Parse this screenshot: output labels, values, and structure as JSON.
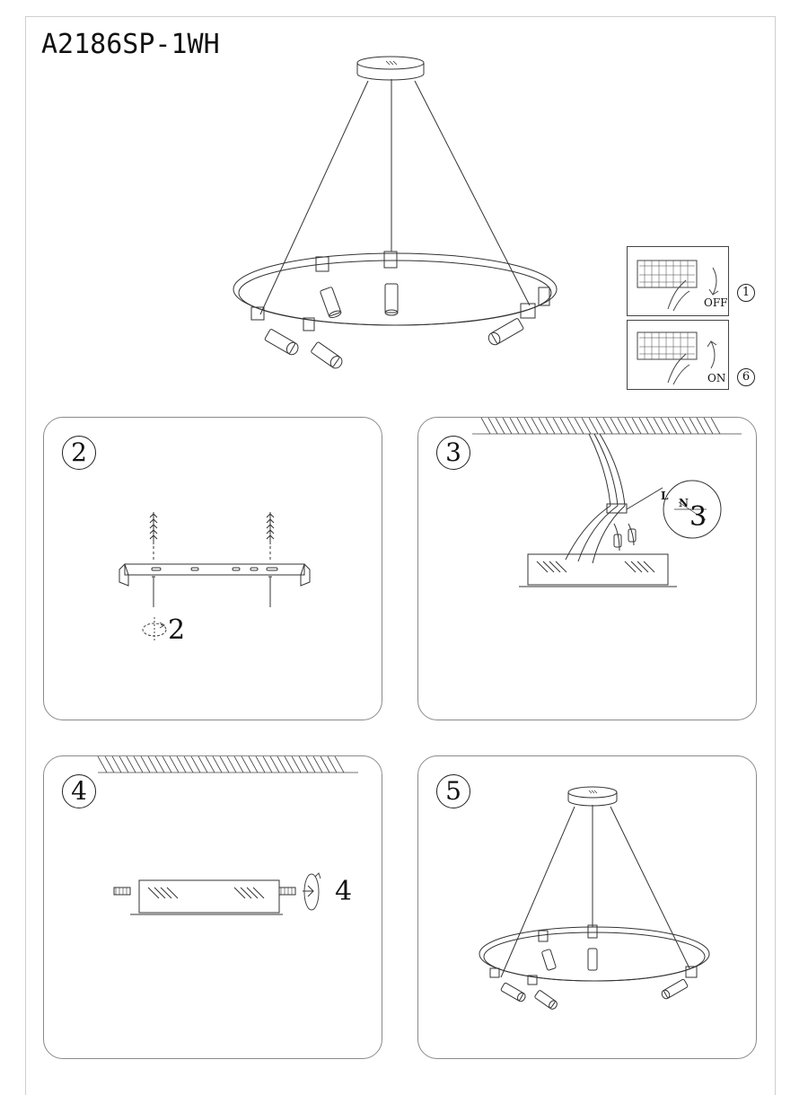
{
  "model": "A2186SP-1WH",
  "power": {
    "off_label": "OFF",
    "off_step": "1",
    "on_label": "ON",
    "on_step": "6"
  },
  "steps": [
    {
      "number": "2",
      "callout": "2"
    },
    {
      "number": "3",
      "callout": "3",
      "wire_labels": [
        "L",
        "N"
      ]
    },
    {
      "number": "4",
      "callout": "4"
    },
    {
      "number": "5"
    }
  ],
  "colors": {
    "line": "#333333",
    "panel_border": "#8a8a8a",
    "background": "#ffffff"
  }
}
